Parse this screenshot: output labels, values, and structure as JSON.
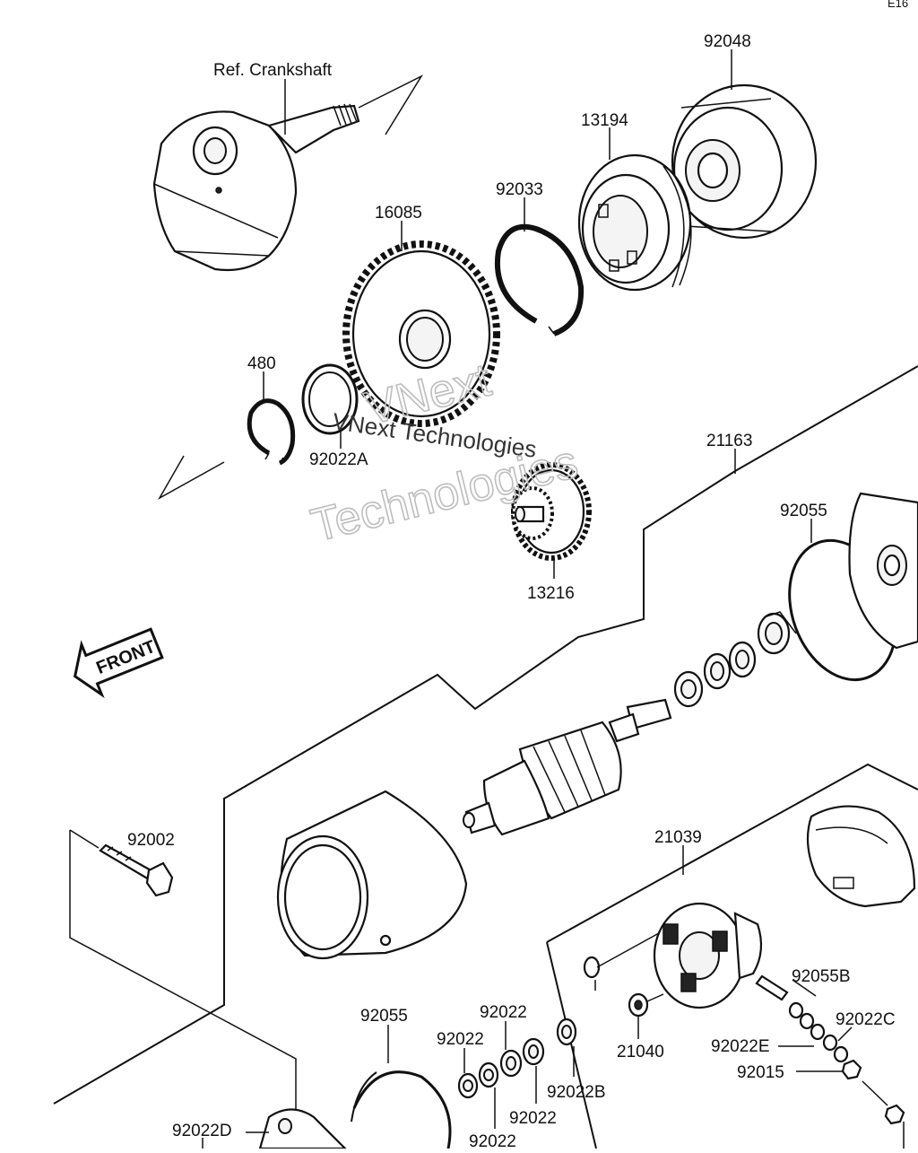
{
  "corner_label": "E16",
  "watermark": {
    "line1": "VNext",
    "line2": "Technologies",
    "line3": "VNext Technologies"
  },
  "front_label": "FRONT",
  "labels": {
    "ref_crankshaft": "Ref. Crankshaft",
    "p92048": "92048",
    "p13194": "13194",
    "p92033": "92033",
    "p16085": "16085",
    "p480": "480",
    "p92022A": "92022A",
    "p21163": "21163",
    "p92055_top": "92055",
    "p13216": "13216",
    "p92002": "92002",
    "p21039": "21039",
    "p92055B": "92055B",
    "p92022C": "92022C",
    "p92022E": "92022E",
    "p92015": "92015",
    "p21040": "21040",
    "p92055_bottom": "92055",
    "p92022_a": "92022",
    "p92022_b": "92022",
    "p92022_c": "92022",
    "p92022_d": "92022",
    "p92022B": "92022B",
    "p92022D": "92022D"
  }
}
